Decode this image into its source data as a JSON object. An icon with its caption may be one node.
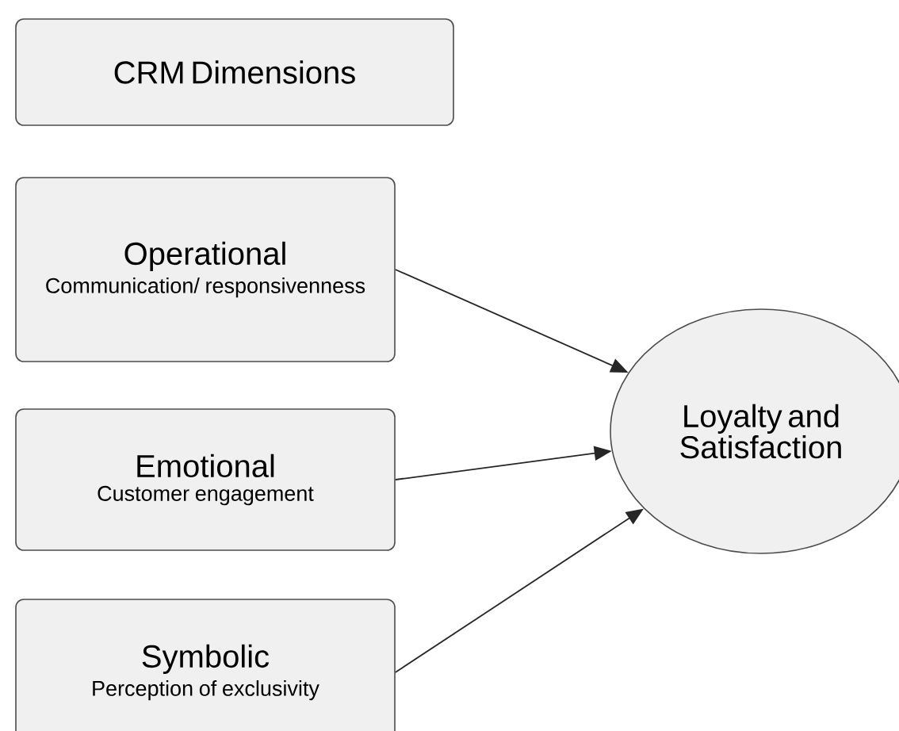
{
  "diagram": {
    "nodes": [
      {
        "text": [
          "CRM Dimensions"
        ]
      },
      {
        "text": [
          "Operational",
          "Communication/ responsivenness"
        ]
      },
      {
        "text": [
          "Emotional",
          "Customer engagement"
        ]
      },
      {
        "text": [
          "Symbolic",
          "Perception of exclusivity"
        ]
      },
      {
        "text": [
          "Loyalty and Satisfaction"
        ]
      }
    ],
    "edges": [
      {
        "from": 1,
        "to": 4,
        "arrow": "to"
      },
      {
        "from": 2,
        "to": 4,
        "arrow": "to"
      },
      {
        "from": 3,
        "to": 4,
        "arrow": "to"
      }
    ]
  }
}
